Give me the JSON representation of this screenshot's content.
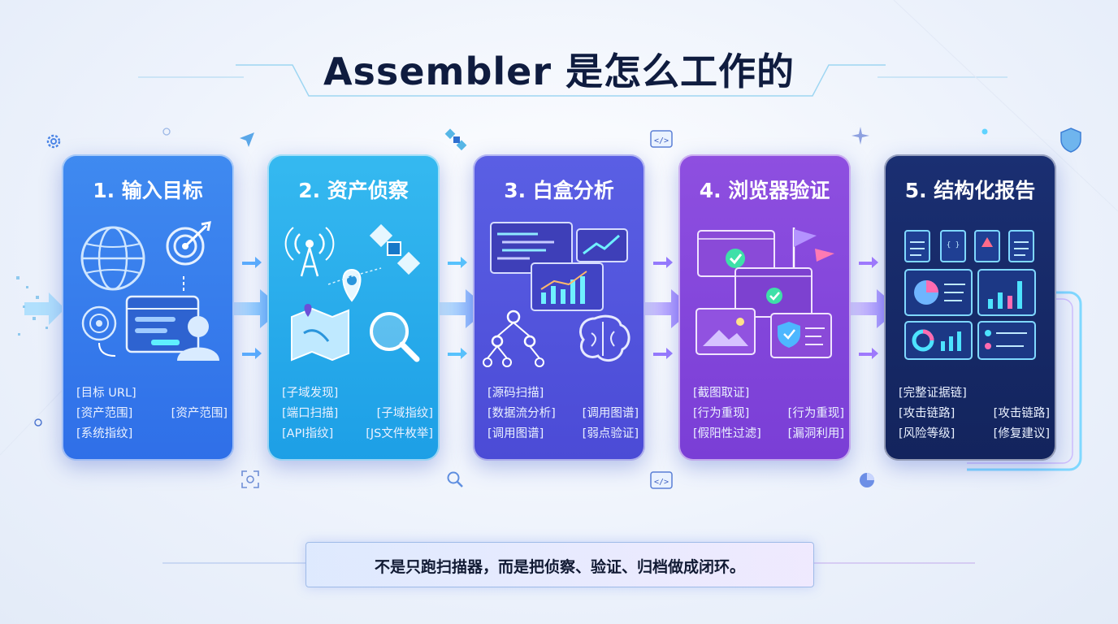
{
  "title": "Assembler 是怎么工作的",
  "steps": [
    {
      "title": "1. 输入目标",
      "tags": [
        [
          "[目标 URL]"
        ],
        [
          "[资产范围]",
          "[资产范围]"
        ],
        [
          "[系统指纹]"
        ]
      ]
    },
    {
      "title": "2. 资产侦察",
      "tags": [
        [
          "[子域发现]"
        ],
        [
          "[端口扫描]",
          "[子域指纹]"
        ],
        [
          "[API指纹]",
          "[JS文件枚举]"
        ]
      ]
    },
    {
      "title": "3. 白盒分析",
      "tags": [
        [
          "[源码扫描]"
        ],
        [
          "[数据流分析]",
          "[调用图谱]"
        ],
        [
          "[调用图谱]",
          "[弱点验证]"
        ]
      ]
    },
    {
      "title": "4. 浏览器验证",
      "tags": [
        [
          "[截图取证]"
        ],
        [
          "[行为重现]",
          "[行为重现]"
        ],
        [
          "[假阳性过滤]",
          "[漏洞利用]"
        ]
      ]
    },
    {
      "title": "5. 结构化报告",
      "tags": [
        [
          "[完整证据链]"
        ],
        [
          "[攻击链路]",
          "[攻击链路]"
        ],
        [
          "[风险等级]",
          "[修复建议]"
        ]
      ]
    }
  ],
  "footer": "不是只跑扫描器，而是把侦察、验证、归档做成闭环。",
  "colors": {
    "step1": "#3f8af0",
    "step2": "#35b9f0",
    "step3": "#5a5fe4",
    "step4": "#8e4fe0",
    "step5": "#1a2f72",
    "accent": "#5fd3ff"
  },
  "icons": [
    "gear-icon",
    "send-icon",
    "satellite-icon",
    "code-icon",
    "sparkle-icon",
    "shield-icon",
    "scan-icon",
    "search-icon",
    "pie-icon"
  ]
}
